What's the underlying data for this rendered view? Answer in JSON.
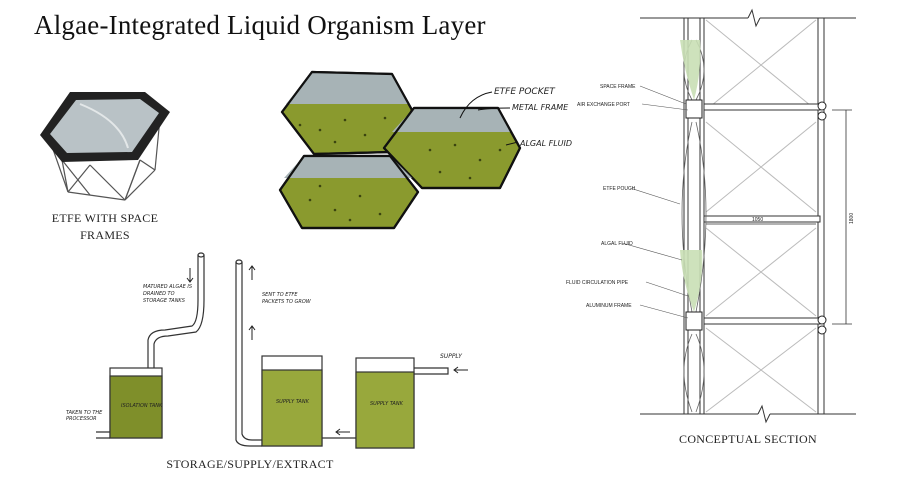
{
  "title": "Algae-Integrated Liquid Organism Layer",
  "captions": {
    "etfe_frames": "ETFE WITH SPACE FRAMES",
    "storage": "STORAGE/SUPPLY/EXTRACT",
    "section": "CONCEPTUAL SECTION"
  },
  "hex_sketch": {
    "labels": [
      "ETFE POCKET",
      "METAL FRAME",
      "ALGAL FLUID"
    ]
  },
  "storage_sketch": {
    "tanks": [
      "ISOLATION TANK",
      "SUPPLY TANK",
      "SUPPLY TANK"
    ],
    "notes": {
      "matured": "MATURED ALGAE IS DRAINED TO STORAGE TANKS",
      "sent": "SENT TO ETFE PACKETS TO GROW",
      "taken": "TAKEN TO THE PROCESSOR",
      "supply": "SUPPLY"
    }
  },
  "section": {
    "labels": [
      "SPACE FRAME",
      "AIR EXCHANGE PORT",
      "ETFE POUCH",
      "ALGAL FLUID",
      "FLUID CIRCULATION PIPE",
      "ALUMINUM FRAME"
    ],
    "dim_horizontal": "1050",
    "dim_vertical": "1800"
  },
  "colors": {
    "algae": "#8a9a2e",
    "algae_dark": "#6f7d22",
    "etfe": "#a7b3b6",
    "algal_fluid_section": "#c9dfb5"
  }
}
